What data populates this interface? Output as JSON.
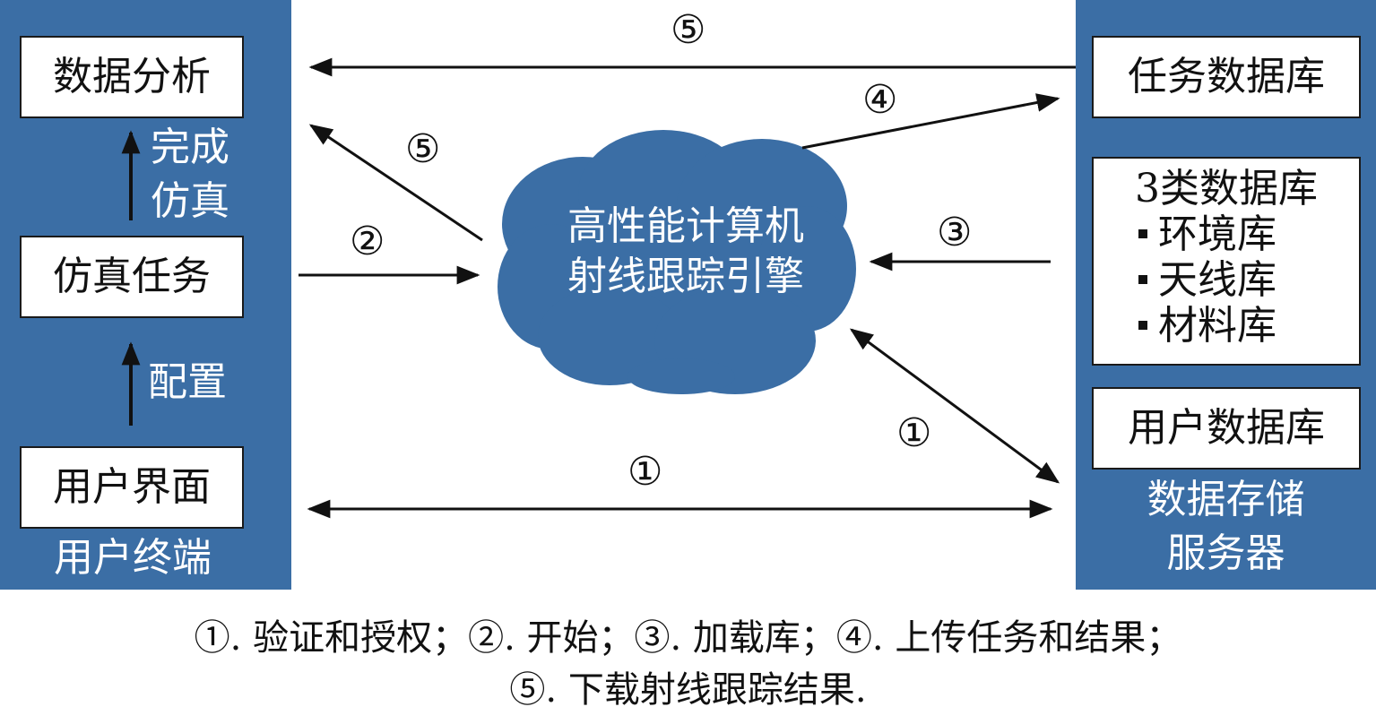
{
  "user_terminal": {
    "label": "用户终端",
    "boxes": {
      "data_analysis": "数据分析",
      "sim_task": "仿真任务",
      "user_interface": "用户界面"
    },
    "edge_complete_line1": "完成",
    "edge_complete_line2": "仿真",
    "edge_configure": "配置"
  },
  "cloud": {
    "line1": "高性能计算机",
    "line2": "射线跟踪引擎"
  },
  "storage_server": {
    "label_line1": "数据存储",
    "label_line2": "服务器",
    "task_db": "任务数据库",
    "three_db": {
      "title": "3类数据库",
      "items": [
        "环境库",
        "天线库",
        "材料库"
      ]
    },
    "user_db": "用户数据库"
  },
  "steps": {
    "s1_bottom": "①",
    "s1_diag": "①",
    "s2": "②",
    "s3": "③",
    "s4": "④",
    "s5_top": "⑤",
    "s5_diag": "⑤"
  },
  "caption": {
    "line1": "①. 验证和授权；②. 开始；③. 加载库；④. 上传任务和结果；",
    "line2": "⑤. 下载射线跟踪结果."
  },
  "colors": {
    "panel_blue": "#3b6ea5",
    "cloud_blue": "#3b6ea5",
    "arrow": "#111111"
  }
}
